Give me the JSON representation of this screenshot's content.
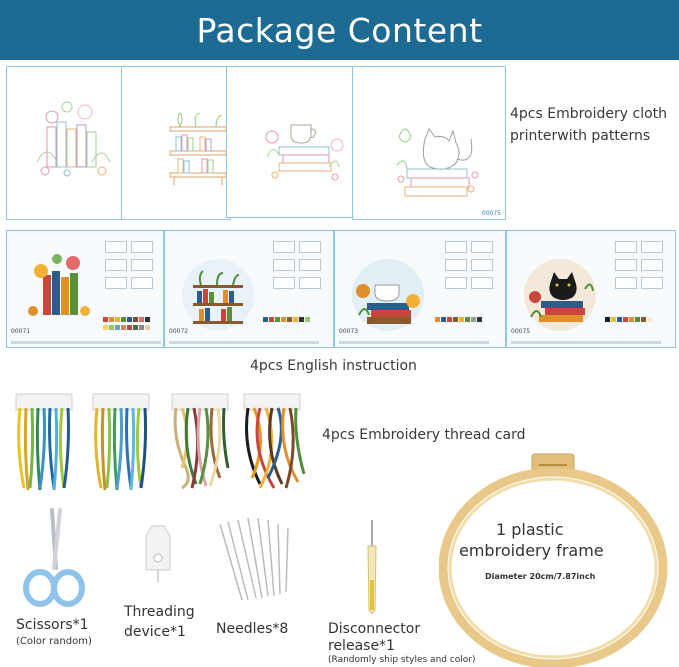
{
  "header": {
    "title": "Package Content"
  },
  "cloths": {
    "caption_line1": "4pcs Embroidery cloth",
    "caption_line2": "printerwith patterns",
    "code": "00075"
  },
  "instructions": {
    "caption": "4pcs English instruction",
    "codes": [
      "00071",
      "00072",
      "00073",
      "00075"
    ]
  },
  "threads": {
    "caption": "4pcs Embroidery thread card"
  },
  "tools": {
    "scissors": {
      "label": "Scissors*1",
      "note": "(Color random)"
    },
    "threader": {
      "label_line1": "Threading",
      "label_line2": "device*1"
    },
    "needles": {
      "label": "Needles*8"
    },
    "disconnector": {
      "label_line1": "Disconnector",
      "label_line2": "release*1",
      "note": "(Randomly ship styles and color)"
    }
  },
  "frame": {
    "title_line1": "1 plastic",
    "title_line2": "embroidery frame",
    "diameter": "Diameter 20cm/7.87inch"
  },
  "colors": {
    "banner": "#1d6b93",
    "cloth_border": "#8fc6e3",
    "hoop": "#e8c98a"
  }
}
